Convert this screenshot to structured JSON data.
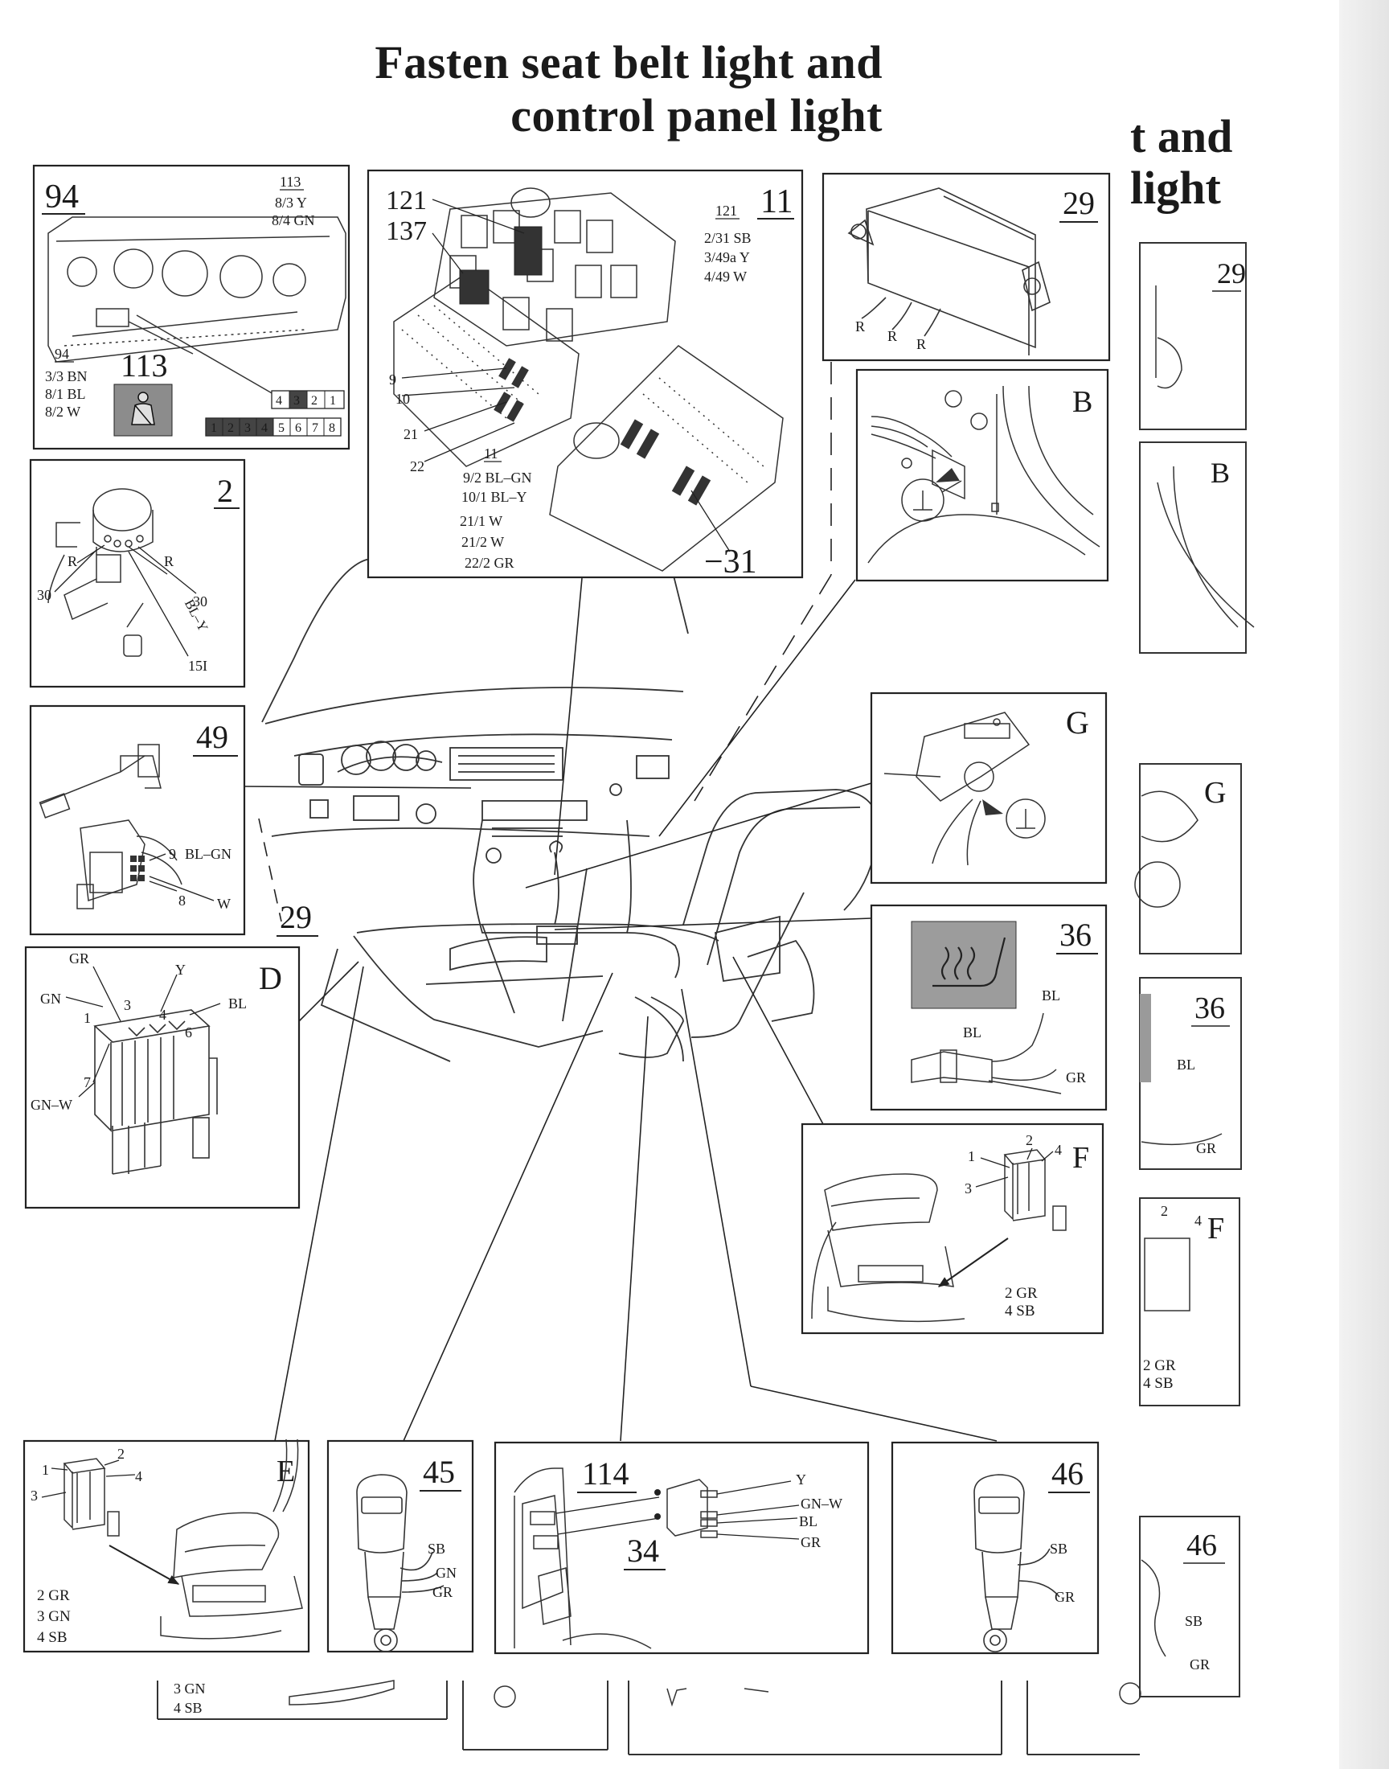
{
  "title": {
    "line1": "Fasten seat belt light and",
    "line2": "control panel light"
  },
  "ghost_title": {
    "line1": "t and",
    "line2": "light"
  },
  "panels": {
    "p94": {
      "id": "94",
      "ref": "113",
      "wires": [
        "8/3 Y",
        "8/4 GN"
      ],
      "sub_ref": "94",
      "sub_wires": [
        "3/3 BN",
        "8/1 BL",
        "8/2 W"
      ],
      "inner_id": "113",
      "pins_top": [
        "4",
        "3",
        "2",
        "1"
      ],
      "pins_bottom": [
        "1",
        "2",
        "3",
        "4",
        "5",
        "6",
        "7",
        "8"
      ]
    },
    "p11": {
      "id_a": "121",
      "id_b": "137",
      "id": "11",
      "ref": "121",
      "wires": [
        "2/31 SB",
        "3/49a Y",
        "4/49 W"
      ],
      "callouts": [
        "9",
        "10",
        "21",
        "22"
      ],
      "sub_ref": "11",
      "sub_wires": [
        "9/2 BL–GN",
        "10/1 BL–Y",
        "21/1 W",
        "21/2 W",
        "22/2 GR"
      ],
      "ground": "−31"
    },
    "p29": {
      "id": "29",
      "wires": [
        "R",
        "R",
        "R"
      ]
    },
    "pB": {
      "id": "B"
    },
    "p2": {
      "id": "2",
      "labels": [
        "R",
        "R",
        "30",
        "30",
        "BL–Y",
        "15I"
      ]
    },
    "p49": {
      "id": "49",
      "labels": [
        "9",
        "BL–GN",
        "8",
        "W"
      ]
    },
    "callout29": "29",
    "pG": {
      "id": "G"
    },
    "p36": {
      "id": "36",
      "labels": [
        "BL",
        "BL",
        "GR"
      ]
    },
    "pD": {
      "id": "D",
      "labels": [
        "GR",
        "Y",
        "GN",
        "3",
        "4",
        "BL",
        "1",
        "6",
        "7",
        "GN–W"
      ]
    },
    "pF": {
      "id": "F",
      "pins": [
        "1",
        "2",
        "4",
        "3"
      ],
      "wires": [
        "2 GR",
        "4 SB"
      ]
    },
    "pE": {
      "id": "E",
      "pins": [
        "1",
        "2",
        "4",
        "3"
      ],
      "wires": [
        "2 GR",
        "3 GN",
        "4 SB"
      ]
    },
    "p45": {
      "id": "45",
      "wires": [
        "SB",
        "GN",
        "GR"
      ]
    },
    "p114": {
      "id": "114",
      "sub_id": "34",
      "wires": [
        "Y",
        "GN–W",
        "BL",
        "GR"
      ]
    },
    "p46": {
      "id": "46",
      "wires": [
        "SB",
        "GR"
      ]
    }
  },
  "ghost": {
    "p29": "29",
    "pB": "B",
    "pG": "G",
    "p36": {
      "id": "36",
      "wires": [
        "BL",
        "GR"
      ]
    },
    "pF": {
      "id": "F",
      "pins": [
        "2",
        "4"
      ],
      "wires": [
        "2 GR",
        "4 SB"
      ]
    },
    "p46": {
      "id": "46",
      "wires": [
        "SB",
        "GR"
      ]
    },
    "pE_wires": [
      "3 GN",
      "4 SB"
    ]
  }
}
